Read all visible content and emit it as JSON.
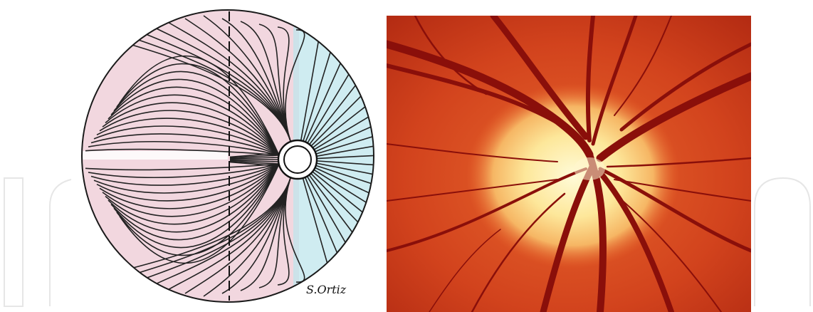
{
  "figure": {
    "left_panel": {
      "icon": "retinal-nerve-fiber-drawing",
      "colors": {
        "outline": "#1a1a1a",
        "fiber": "#222222",
        "nasal_tint": "#8fd3dc",
        "temporal_tint": "#d98aa3"
      },
      "signature": "S.Ortiz"
    },
    "right_panel": {
      "icon": "fundus-photograph-optic-disc",
      "colors": {
        "background": "#cc3a1a",
        "disc": "#fff2b0",
        "vessel": "#8a0f0a"
      }
    },
    "watermark": {
      "icon": "publisher-logo-watermark",
      "color": "#e8e8e8"
    }
  }
}
